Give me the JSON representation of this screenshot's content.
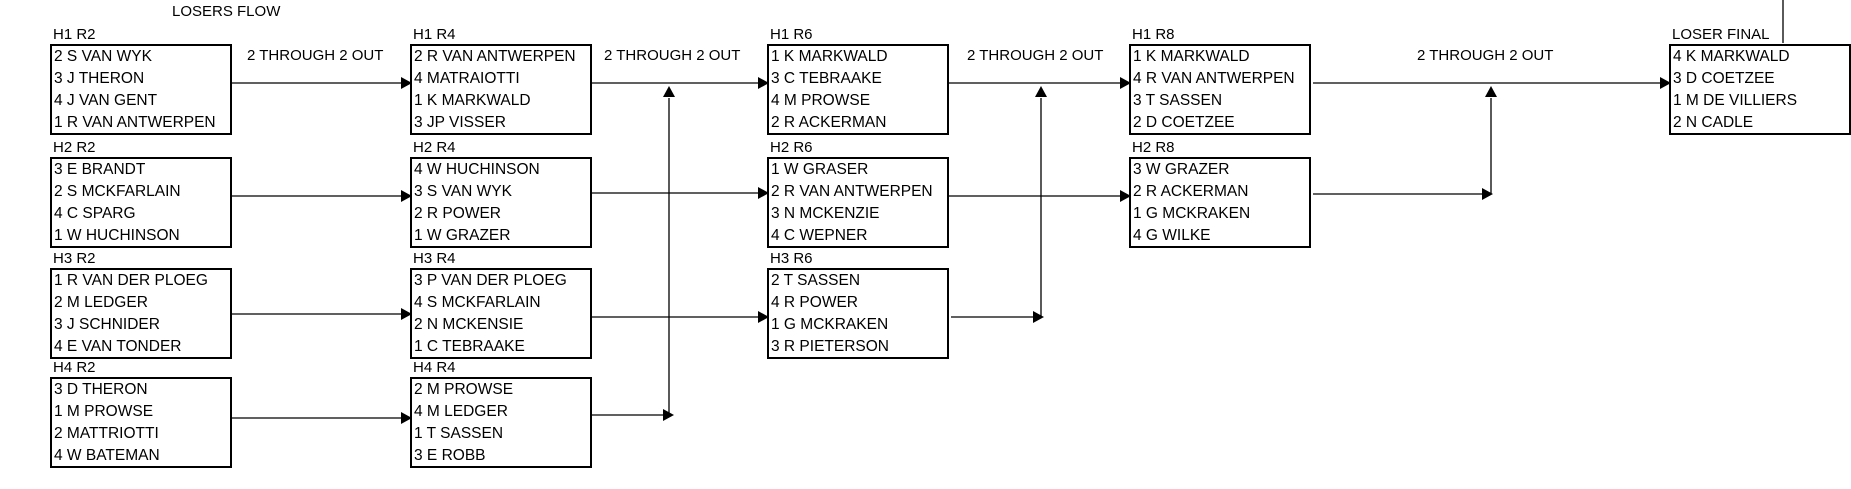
{
  "title": "LOSERS FLOW",
  "flow_label": "2 THROUGH  2 OUT",
  "colors": {
    "line": "#000000",
    "background": "#ffffff"
  },
  "columns": [
    {
      "round": "R2",
      "heats": [
        {
          "label": "H1 R2",
          "entries": [
            "2 S VAN WYK",
            "3 J THERON",
            "4 J VAN GENT",
            "1 R VAN ANTWERPEN"
          ]
        },
        {
          "label": "H2 R2",
          "entries": [
            "3 E BRANDT",
            "2 S MCKFARLAIN",
            "4 C SPARG",
            "1 W HUCHINSON"
          ]
        },
        {
          "label": "H3 R2",
          "entries": [
            "1 R VAN DER PLOEG",
            "2 M LEDGER",
            "3 J SCHNIDER",
            "4 E VAN TONDER"
          ]
        },
        {
          "label": "H4 R2",
          "entries": [
            "3 D THERON",
            "1 M PROWSE",
            "2 MATTRIOTTI",
            "4 W BATEMAN"
          ]
        }
      ]
    },
    {
      "round": "R4",
      "heats": [
        {
          "label": "H1 R4",
          "entries": [
            "2 R VAN ANTWERPEN",
            "4 MATRAIOTTI",
            "1 K MARKWALD",
            "3 JP VISSER"
          ]
        },
        {
          "label": "H2 R4",
          "entries": [
            "4 W HUCHINSON",
            "3 S VAN WYK",
            "2 R POWER",
            "1 W GRAZER"
          ]
        },
        {
          "label": "H3 R4",
          "entries": [
            "3 P VAN DER PLOEG",
            "4 S MCKFARLAIN",
            "2 N MCKENSIE",
            "1 C TEBRAAKE"
          ]
        },
        {
          "label": "H4 R4",
          "entries": [
            "2 M PROWSE",
            "4 M LEDGER",
            "1 T SASSEN",
            "3 E ROBB"
          ]
        }
      ]
    },
    {
      "round": "R6",
      "heats": [
        {
          "label": "H1 R6",
          "entries": [
            "1 K MARKWALD",
            "3  C TEBRAAKE",
            "4 M PROWSE",
            "2 R ACKERMAN"
          ]
        },
        {
          "label": "H2 R6",
          "entries": [
            "1 W GRASER",
            "2 R VAN ANTWERPEN",
            "3 N MCKENZIE",
            "4 C WEPNER"
          ]
        },
        {
          "label": "H3 R6",
          "entries": [
            "2 T SASSEN",
            "4 R POWER",
            "1 G MCKRAKEN",
            "3 R PIETERSON"
          ]
        }
      ]
    },
    {
      "round": "R8",
      "heats": [
        {
          "label": "H1 R8",
          "entries": [
            "1 K MARKWALD",
            "4 R VAN ANTWERPEN",
            "3 T SASSEN",
            "2 D COETZEE"
          ]
        },
        {
          "label": "H2 R8",
          "entries": [
            "3 W GRAZER",
            "2 R ACKERMAN",
            "1 G MCKRAKEN",
            "4 G WILKE"
          ]
        }
      ]
    },
    {
      "round": "FINAL",
      "heats": [
        {
          "label": "LOSER FINAL",
          "entries": [
            "4 K MARKWALD",
            "3 D COETZEE",
            "1 M DE VILLIERS",
            "2 N CADLE"
          ]
        }
      ]
    }
  ]
}
